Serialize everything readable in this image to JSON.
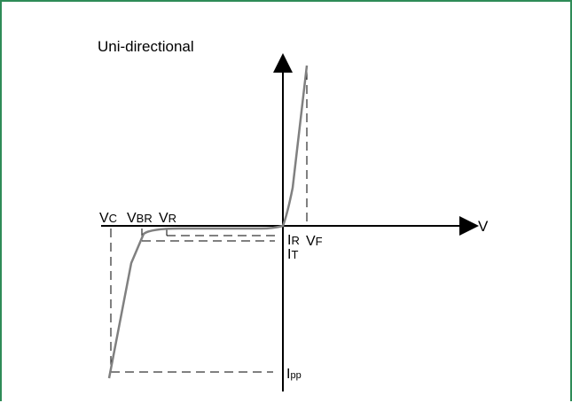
{
  "title": "Uni-directional",
  "labels": {
    "v_axis": "V",
    "vc": {
      "main": "V",
      "sub": "C"
    },
    "vbr": {
      "main": "V",
      "sub": "BR"
    },
    "vr": {
      "main": "V",
      "sub": "R"
    },
    "vf": {
      "main": "V",
      "sub": "F"
    },
    "ir": {
      "main": "I",
      "sub": "R"
    },
    "it": {
      "main": "I",
      "sub": "T"
    },
    "ipp": {
      "main": "I",
      "sub": "pp"
    }
  },
  "colors": {
    "frame": "#2e8b57",
    "axis": "#000000",
    "curve": "#808080",
    "dashed": "#000000"
  }
}
